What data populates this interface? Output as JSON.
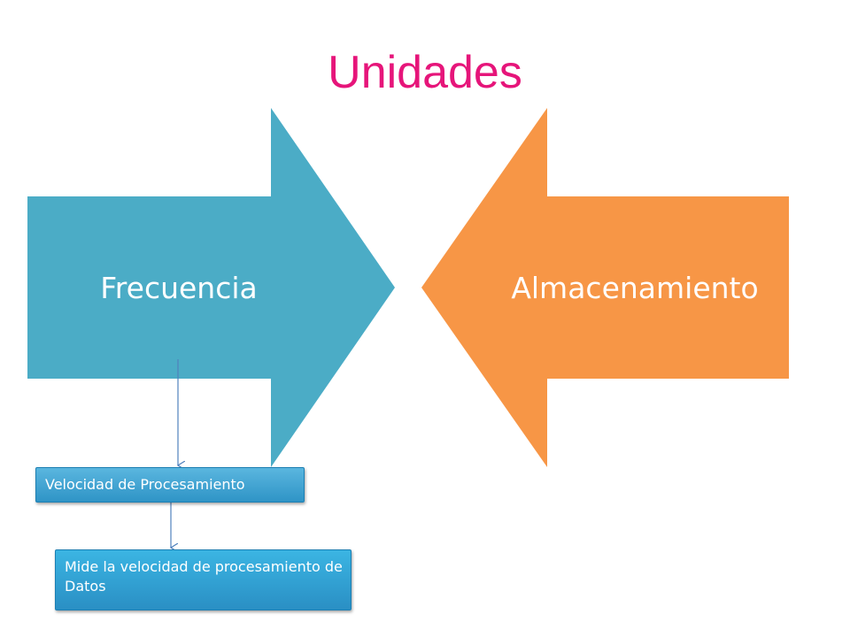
{
  "title": "Unidades",
  "arrows": {
    "left": {
      "label": "Frecuencia",
      "color": "#4bacc6",
      "direction": "right"
    },
    "right": {
      "label": "Almacenamiento",
      "color": "#f79646",
      "direction": "left"
    }
  },
  "boxes": {
    "velocity": {
      "text": "Velocidad de Procesamiento"
    },
    "description": {
      "text": "Mide la velocidad de procesamiento de Datos"
    }
  },
  "connector_color": "#4f81bd"
}
